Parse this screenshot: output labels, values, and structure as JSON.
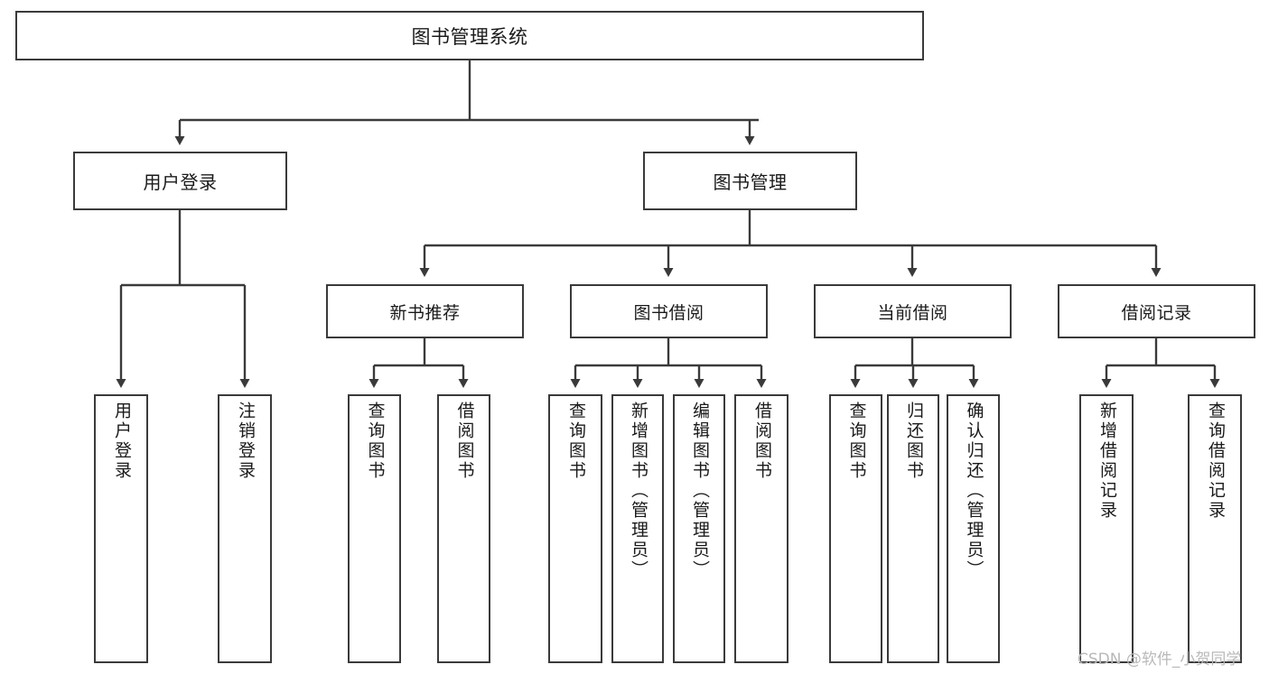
{
  "diagram": {
    "title": "图书管理系统",
    "type": "functional-structure-tree",
    "stroke_color": "#3a3a3a",
    "fill_color": "#ffffff",
    "text_color": "#1a1a1a",
    "watermark": "CSDN @软件_小贺同学"
  },
  "nodes": {
    "root": {
      "label": "图书管理系统"
    },
    "level1": [
      {
        "id": "user-login",
        "label": "用户登录"
      },
      {
        "id": "book-manage",
        "label": "图书管理"
      }
    ],
    "level2": [
      {
        "id": "new-book-recommend",
        "label": "新书推荐"
      },
      {
        "id": "book-borrow",
        "label": "图书借阅"
      },
      {
        "id": "current-borrow",
        "label": "当前借阅"
      },
      {
        "id": "borrow-record",
        "label": "借阅记录"
      }
    ],
    "leaves": [
      {
        "id": "leaf-user-login",
        "label": "用户登录",
        "parent": "user-login"
      },
      {
        "id": "leaf-logout-login",
        "label": "注销登录",
        "parent": "user-login"
      },
      {
        "id": "leaf-query-book-1",
        "label": "查询图书",
        "parent": "new-book-recommend"
      },
      {
        "id": "leaf-borrow-book-1",
        "label": "借阅图书",
        "parent": "new-book-recommend"
      },
      {
        "id": "leaf-query-book-2",
        "label": "查询图书",
        "parent": "book-borrow"
      },
      {
        "id": "leaf-add-book",
        "label": "新增图书（管理员）",
        "parent": "book-borrow"
      },
      {
        "id": "leaf-edit-book",
        "label": "编辑图书（管理员）",
        "parent": "book-borrow"
      },
      {
        "id": "leaf-borrow-book-2",
        "label": "借阅图书",
        "parent": "book-borrow"
      },
      {
        "id": "leaf-query-book-3",
        "label": "查询图书",
        "parent": "current-borrow"
      },
      {
        "id": "leaf-return-book",
        "label": "归还图书",
        "parent": "current-borrow"
      },
      {
        "id": "leaf-confirm-return",
        "label": "确认归还（管理员）",
        "parent": "current-borrow"
      },
      {
        "id": "leaf-add-record",
        "label": "新增借阅记录",
        "parent": "borrow-record"
      },
      {
        "id": "leaf-query-record",
        "label": "查询借阅记录",
        "parent": "borrow-record"
      }
    ]
  }
}
